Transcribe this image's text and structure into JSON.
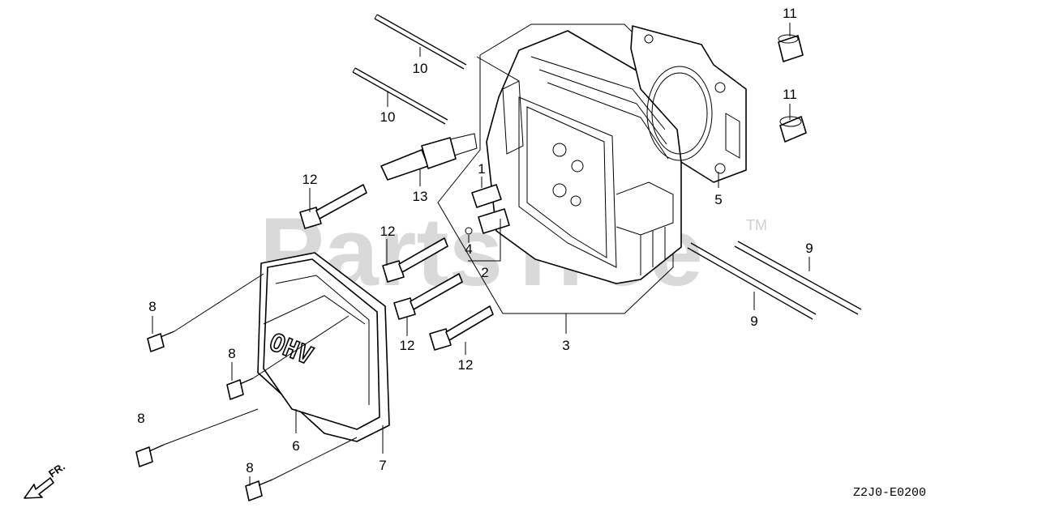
{
  "watermark": {
    "text": "PartsTree",
    "tm": "TM"
  },
  "diagram_code": "Z2J0-E0200",
  "direction": {
    "text": "FR."
  },
  "cover_text": "OHV",
  "callouts": [
    {
      "num": "1"
    },
    {
      "num": "2"
    },
    {
      "num": "3"
    },
    {
      "num": "4"
    },
    {
      "num": "5"
    },
    {
      "num": "6"
    },
    {
      "num": "7"
    },
    {
      "num": "8"
    },
    {
      "num": "8"
    },
    {
      "num": "8"
    },
    {
      "num": "8"
    },
    {
      "num": "9"
    },
    {
      "num": "9"
    },
    {
      "num": "10"
    },
    {
      "num": "10"
    },
    {
      "num": "11"
    },
    {
      "num": "11"
    },
    {
      "num": "12"
    },
    {
      "num": "12"
    },
    {
      "num": "12"
    },
    {
      "num": "12"
    },
    {
      "num": "13"
    }
  ]
}
